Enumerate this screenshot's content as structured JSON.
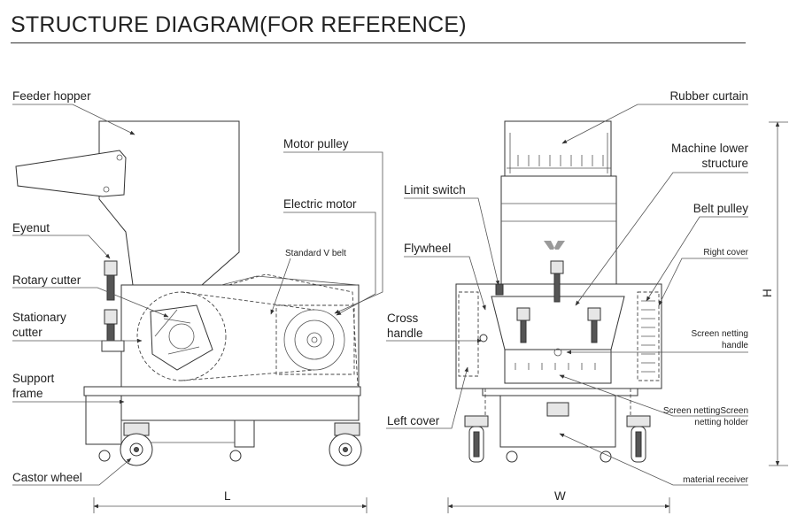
{
  "title": "STRUCTURE DIAGRAM(FOR REFERENCE)",
  "left_view": {
    "labels": {
      "feeder_hopper": "Feeder hopper",
      "motor_pulley": "Motor pulley",
      "electric_motor": "Electric motor",
      "standard_v_belt": "Standard V belt",
      "eyenut": "Eyenut",
      "rotary_cutter": "Rotary cutter",
      "stationary_cutter_1": "Stationary",
      "stationary_cutter_2": "cutter",
      "support_frame_1": "Support",
      "support_frame_2": "frame",
      "castor_wheel": "Castor wheel"
    },
    "dimension": "L"
  },
  "right_view": {
    "labels": {
      "rubber_curtain": "Rubber curtain",
      "machine_lower_structure_1": "Machine lower",
      "machine_lower_structure_2": "structure",
      "limit_switch": "Limit switch",
      "belt_pulley": "Belt pulley",
      "flywheel": "Flywheel",
      "right_cover": "Right cover",
      "cross_handle_1": "Cross",
      "cross_handle_2": "handle",
      "screen_netting_handle_1": "Screen netting",
      "screen_netting_handle_2": "handle",
      "left_cover": "Left cover",
      "screen_netting_holder_1": "Screen nettingScreen",
      "screen_netting_holder_2": "netting holder",
      "material_receiver": "material receiver"
    },
    "dimension_w": "W",
    "dimension_h": "H"
  }
}
